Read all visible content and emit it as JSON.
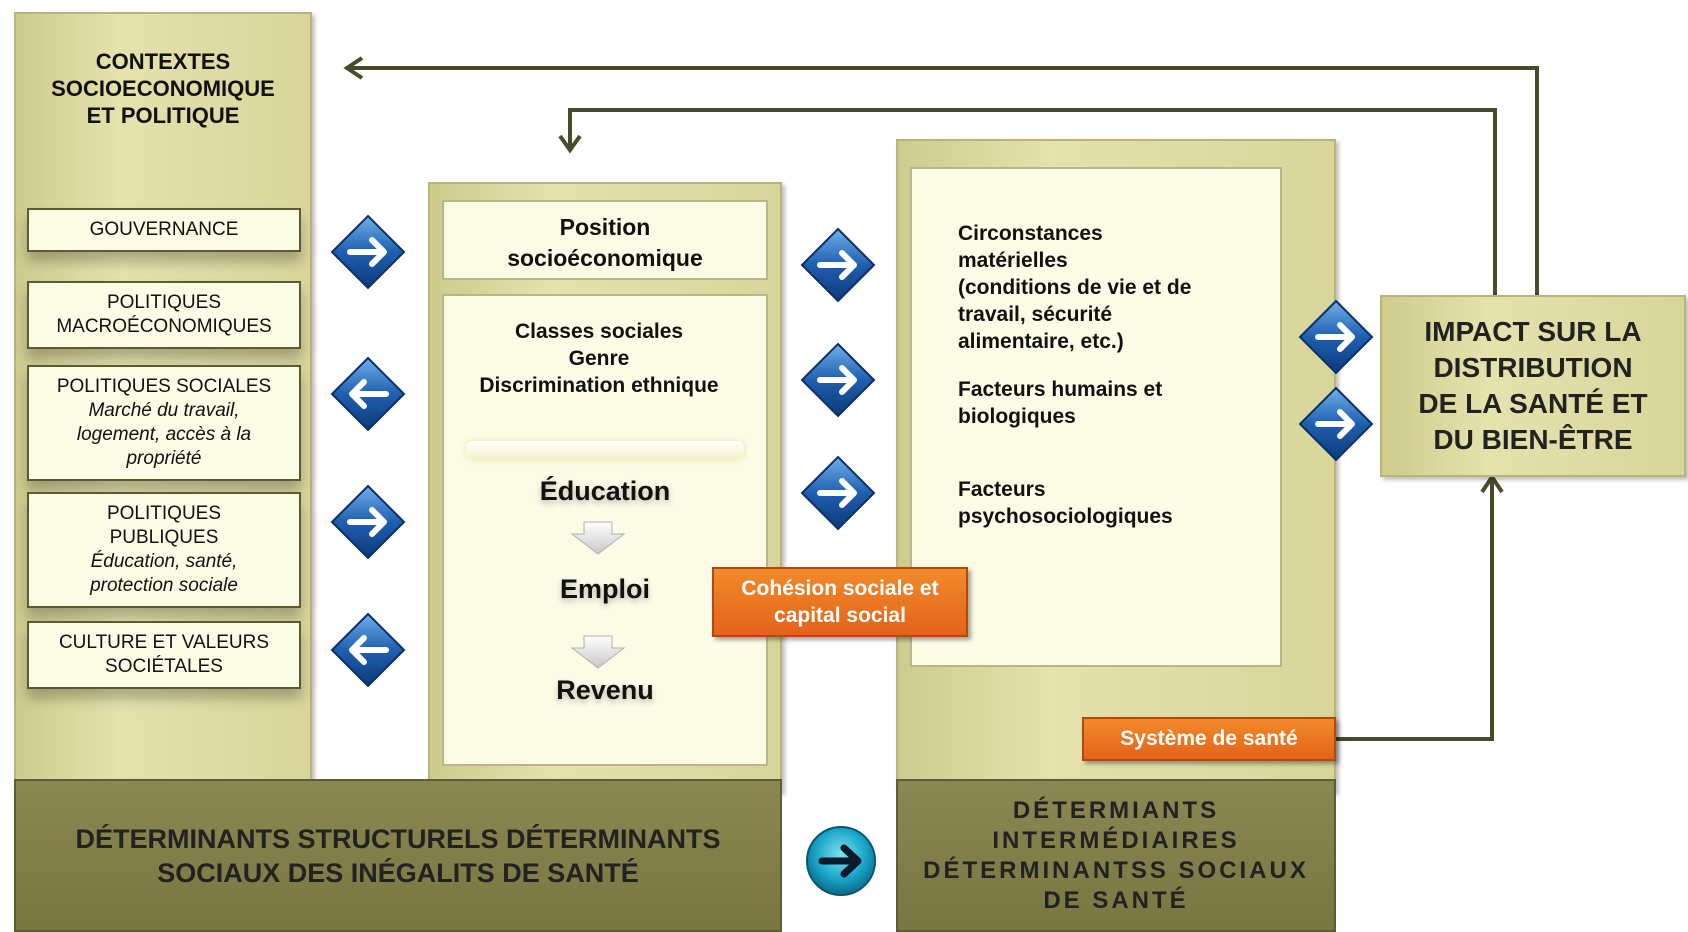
{
  "left_column": {
    "title": "CONTEXTES\nSOCIOECONOMIQUE\nET POLITIQUE",
    "boxes": [
      {
        "title": "GOUVERNANCE",
        "detail": ""
      },
      {
        "title": "POLITIQUES\nMACROÉCONOMIQUES",
        "detail": ""
      },
      {
        "title": "POLITIQUES SOCIALES",
        "detail": "Marché du travail,\nlogement, accès à la\npropriété"
      },
      {
        "title": "POLITIQUES\nPUBLIQUES",
        "detail": "Éducation, santé,\nprotection sociale"
      },
      {
        "title": "CULTURE ET VALEURS\nSOCIÉTALES",
        "detail": ""
      }
    ]
  },
  "middle_column": {
    "header": "Position\nsocioéconomique",
    "list": "Classes sociales\nGenre\nDiscrimination ethnique",
    "chain": [
      "Éducation",
      "Emploi",
      "Revenu"
    ]
  },
  "right_column": {
    "items": [
      "Circonstances\nmatérielles\n(conditions de vie et de\ntravail, sécurité\nalimentaire, etc.)",
      "Facteurs humains et\nbiologiques",
      "Facteurs\npsychosociologiques"
    ],
    "health_system": "Système de santé"
  },
  "cohesion": "Cohésion sociale et\ncapital social",
  "impact": "IMPACT SUR LA\nDISTRIBUTION\nDE LA SANTÉ ET\nDU BIEN-ÊTRE",
  "bottom": {
    "structural": "DÉTERMINANTS STRUCTURELS DÉTERMINANTS\nSOCIAUX DES INÉGALITS DE SANTÉ",
    "intermediate": "DÉTERMIANTS\nINTERMÉDIAIRES\nDÉTERMINANTSS SOCIAUX\nDE SANTÉ"
  },
  "colors": {
    "panel": "#d8d59b",
    "inner": "#fbfbe6",
    "bottom_bar": "#7a7642",
    "orange": "#e3631a",
    "arrow_line": "#4a4a2a",
    "diamond_blue": "#1e5aa8"
  },
  "icons": [
    "arrow-right-icon",
    "arrow-left-icon",
    "arrow-down-icon",
    "circle-arrow-icon"
  ]
}
